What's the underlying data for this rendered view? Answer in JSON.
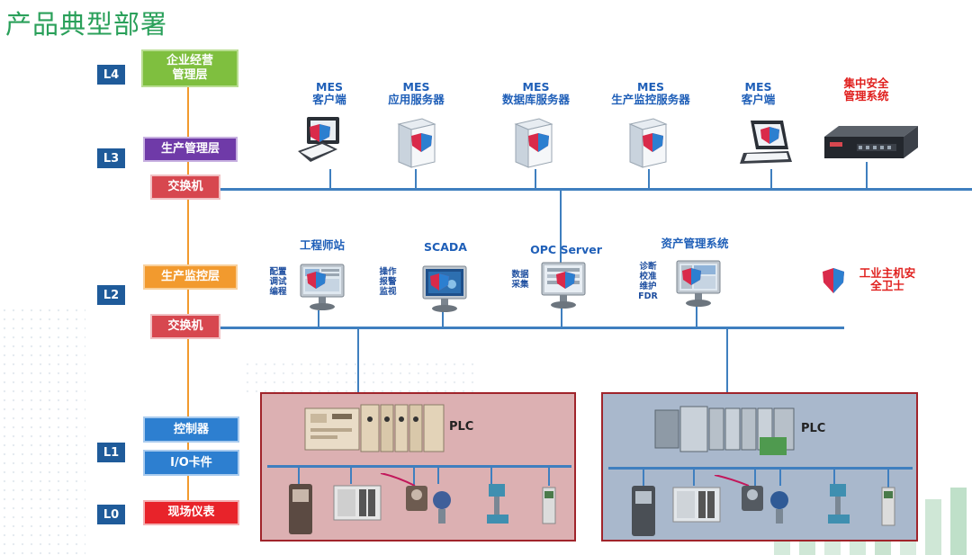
{
  "title": "产品典型部署",
  "levels": [
    "L4",
    "L3",
    "L2",
    "L1",
    "L0"
  ],
  "layer_boxes": {
    "l4": "企业经营\n管理层",
    "l3": "生产管理层",
    "l3_switch": "交换机",
    "l2": "生产监控层",
    "l2_switch": "交换机",
    "l1_ctrl": "控制器",
    "l1_io": "I/O卡件",
    "l0": "现场仪表"
  },
  "l3_nodes": [
    {
      "label": "MES\n客户端",
      "icon": "laptop-icon"
    },
    {
      "label": "MES\n应用服务器",
      "icon": "server-icon"
    },
    {
      "label": "MES\n数据库服务器",
      "icon": "server-icon"
    },
    {
      "label": "MES\n生产监控服务器",
      "icon": "server-icon"
    },
    {
      "label": "MES\n客户端",
      "icon": "laptop-icon"
    },
    {
      "label": "集中安全\n管理系统",
      "icon": "appliance-icon"
    }
  ],
  "l2_nodes": [
    {
      "label": "工程师站",
      "side": "配置\n调试\n编程"
    },
    {
      "label": "SCADA",
      "side": "操作\n报警\n监视"
    },
    {
      "label": "OPC Server",
      "side": "数据\n采集"
    },
    {
      "label": "资产管理系统",
      "side": "诊断\n校准\n维护\nFDR"
    }
  ],
  "guard_label": "工业主机安\n全卫士",
  "plc_label": "PLC",
  "colors": {
    "level_blue": "#1f5b9a",
    "l4_green": "#7fbf3f",
    "l3_purple": "#6f3aa8",
    "switch_red": "#d7474f",
    "l2_orange": "#f29a2e",
    "l1_blue": "#2d7fd0",
    "l0_red": "#e8232a",
    "bus_blue": "#3f7fbf",
    "plc_red_bg": "#dcb0b2",
    "plc_blue_bg": "#a9b8cc",
    "frame_red": "#a0242b"
  }
}
